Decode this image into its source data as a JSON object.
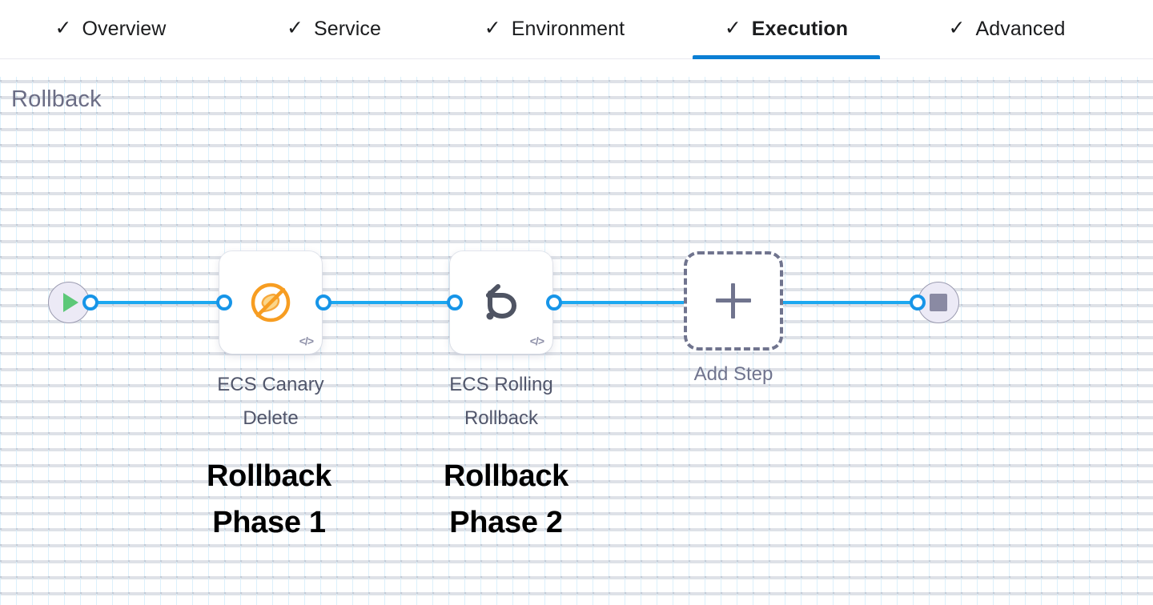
{
  "tabs": [
    {
      "id": "overview",
      "label": "Overview",
      "check": "check-icon",
      "active": false
    },
    {
      "id": "service",
      "label": "Service",
      "check": "check-icon",
      "active": false
    },
    {
      "id": "environment",
      "label": "Environment",
      "check": "check-icon",
      "active": false
    },
    {
      "id": "execution",
      "label": "Execution",
      "check": "check-icon",
      "active": true
    },
    {
      "id": "advanced",
      "label": "Advanced",
      "check": "check-icon",
      "active": false
    }
  ],
  "section": {
    "title": "Rollback"
  },
  "pipeline": {
    "start_node": {
      "icon": "play-icon"
    },
    "end_node": {
      "icon": "stop-icon"
    },
    "steps": [
      {
        "id": "ecs-canary-delete",
        "label": "ECS Canary Delete",
        "label_line1": "ECS Canary",
        "label_line2": "Delete",
        "icon": "ecs-canary-delete-icon",
        "code_badge": "</>",
        "annotation": "Rollback Phase 1",
        "annotation_line1": "Rollback",
        "annotation_line2": "Phase 1"
      },
      {
        "id": "ecs-rolling-rollback",
        "label": "ECS Rolling Rollback",
        "label_line1": "ECS Rolling",
        "label_line2": "Rollback",
        "icon": "rollback-arrow-icon",
        "code_badge": "</>",
        "annotation": "Rollback Phase 2",
        "annotation_line1": "Rollback",
        "annotation_line2": "Phase 2"
      }
    ],
    "add_step": {
      "label": "Add Step",
      "icon": "plus-icon"
    }
  },
  "colors": {
    "accent_blue": "#0b7fd4",
    "connector_blue": "#1ca8f0",
    "port_blue": "#1795e8",
    "canary_orange": "#f5a623",
    "rollback_gray": "#4f5463",
    "title_gray": "#6b6d85",
    "label_gray": "#51566b",
    "dashed_gray": "#70748e",
    "terminal_fill": "#eceaf6",
    "play_green": "#5cc878",
    "stop_gray": "#8a8aa3"
  }
}
